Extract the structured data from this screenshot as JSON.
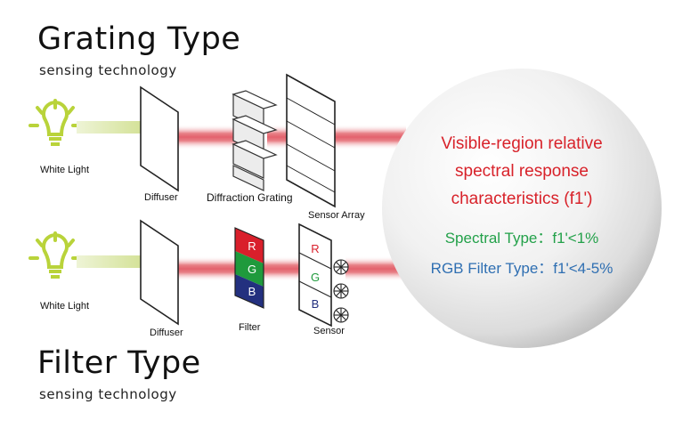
{
  "grating": {
    "title": "Grating Type",
    "subtitle": "sensing technology",
    "white_light": "White Light",
    "diffuser": "Diffuser",
    "grating": "Diffraction Grating",
    "sensor": "Sensor Array"
  },
  "filter": {
    "title": "Filter Type",
    "subtitle": "sensing technology",
    "white_light": "White Light",
    "diffuser": "Diffuser",
    "filter": "Filter",
    "sensor": "Sensor",
    "letters": [
      "R",
      "G",
      "B"
    ]
  },
  "circle": {
    "line1": "Visible-region relative",
    "line2": "spectral response",
    "line3": "characteristics (f1')",
    "spectral": "Spectral Type：f1'<1%",
    "rgb": "RGB Filter Type：f1'<4-5%"
  },
  "colors": {
    "beam": "#e46a72",
    "bulb": "#b9d33a",
    "arrow": "#d7e3a0",
    "red_text": "#d8222a",
    "green_text": "#23a14a",
    "blue_text": "#2f6fb2",
    "filter_r": "#d91f2b",
    "filter_g": "#1f9a3c",
    "filter_b": "#23307f"
  },
  "icons": {
    "light": "lightbulb-icon",
    "photodiode": "photodiode-icon"
  }
}
